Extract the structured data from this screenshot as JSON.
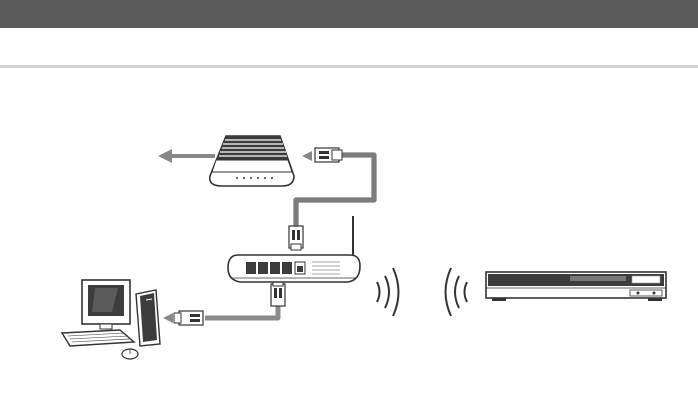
{
  "diagram": {
    "type": "network-connection-diagram",
    "nodes": [
      {
        "id": "modem",
        "icon": "modem-icon"
      },
      {
        "id": "router",
        "icon": "wireless-router-icon"
      },
      {
        "id": "computer",
        "icon": "desktop-computer-icon"
      },
      {
        "id": "player",
        "icon": "media-player-icon"
      }
    ],
    "links": [
      {
        "from": "modem",
        "to": "internet",
        "kind": "wired",
        "icon": "arrow-left-icon"
      },
      {
        "from": "router",
        "to": "modem",
        "kind": "wired",
        "icon": "lan-cable-plug-icon"
      },
      {
        "from": "router",
        "to": "computer",
        "kind": "wired",
        "icon": "lan-cable-plug-icon"
      },
      {
        "from": "router",
        "to": "player",
        "kind": "wireless",
        "icon": "wifi-waves-icon"
      }
    ],
    "colors": {
      "header": "#5a5a5a",
      "rule": "#d4d4d4",
      "cable": "#8a8a8a",
      "line": "#333333",
      "fill_light": "#ffffff",
      "fill_dark": "#3c3c3c"
    }
  }
}
